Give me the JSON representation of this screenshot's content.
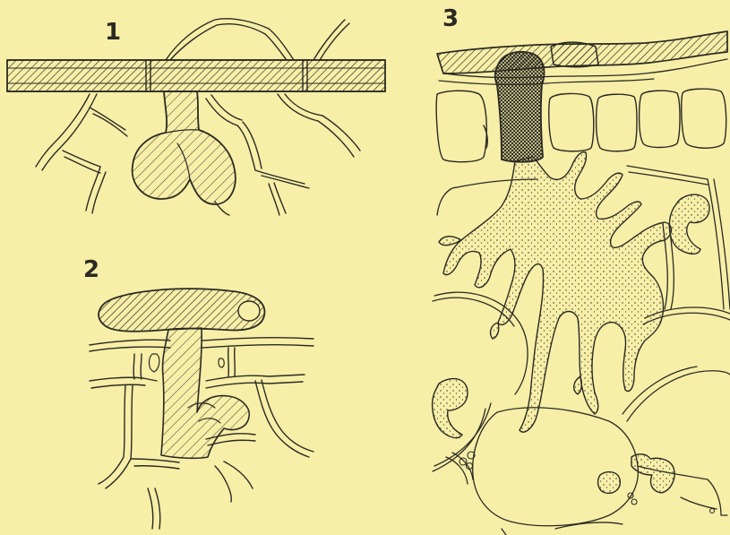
{
  "plate": {
    "figures": [
      {
        "label": "1"
      },
      {
        "label": "2"
      },
      {
        "label": "3"
      }
    ],
    "colors": {
      "background": "#f7eea8",
      "ink": "#2a2a22"
    }
  }
}
